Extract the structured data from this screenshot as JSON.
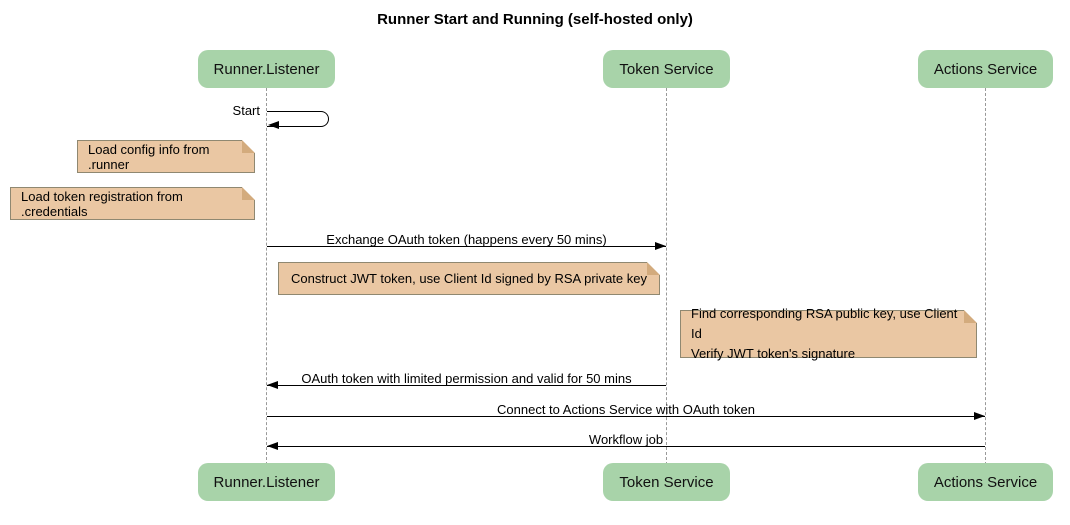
{
  "title": "Runner Start and Running (self-hosted only)",
  "participants": [
    {
      "label": "Runner.Listener"
    },
    {
      "label": "Token Service"
    },
    {
      "label": "Actions Service"
    }
  ],
  "messages": [
    {
      "label": "Start",
      "type": "self-message",
      "from": "Runner.Listener",
      "to": "Runner.Listener"
    },
    {
      "label": "Exchange OAuth token (happens every 50 mins)",
      "type": "solid-arrow",
      "from": "Runner.Listener",
      "to": "Token Service"
    },
    {
      "label": "OAuth token with limited permission and valid for 50 mins",
      "type": "solid-arrow",
      "from": "Token Service",
      "to": "Runner.Listener"
    },
    {
      "label": "Connect to Actions Service with OAuth token",
      "type": "solid-arrow",
      "from": "Runner.Listener",
      "to": "Actions Service"
    },
    {
      "label": "Workflow job",
      "type": "solid-arrow",
      "from": "Actions Service",
      "to": "Runner.Listener"
    }
  ],
  "notes": [
    {
      "text": "Load config info from .runner",
      "position": "left of Runner.Listener"
    },
    {
      "text": "Load token registration from .credentials",
      "position": "left of Runner.Listener"
    },
    {
      "text": "Construct JWT token, use Client Id signed by RSA private key",
      "position": "over Runner.Listener to Token Service"
    },
    {
      "text": "Find corresponding RSA public key, use Client Id\nVerify JWT token's signature",
      "position": "left of Actions Service"
    }
  ],
  "colors": {
    "participant_fill": "#a8d3a9",
    "note_fill": "#eac7a3",
    "note_border": "#8f8871",
    "lifeline": "#999999",
    "message_line": "#000000",
    "background": "#ffffff"
  }
}
